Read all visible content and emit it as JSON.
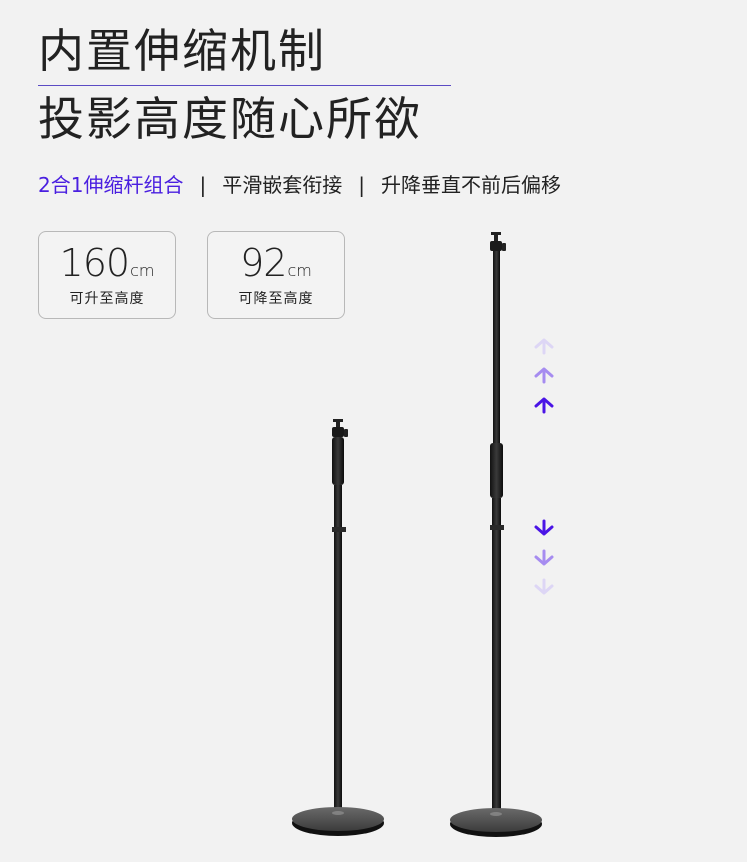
{
  "headline": {
    "line1": "内置伸缩机制",
    "line2": "投影高度随心所欲",
    "divider_color": "#5b4bc4"
  },
  "features": {
    "items": [
      {
        "label": "2合1伸缩杆组合",
        "color": "#4a1fe0"
      },
      {
        "label": "平滑嵌套衔接",
        "color": "#222222"
      },
      {
        "label": "升降垂直不前后偏移",
        "color": "#222222"
      }
    ],
    "separator": "|"
  },
  "specs": [
    {
      "value": "160",
      "unit": "cm",
      "label": "可升至高度"
    },
    {
      "value": "92",
      "unit": "cm",
      "label": "可降至高度"
    }
  ],
  "illustration": {
    "stands": [
      {
        "name": "retracted-stand",
        "state": "lowered"
      },
      {
        "name": "extended-stand",
        "state": "raised"
      }
    ],
    "arrows": {
      "up": [
        "arrow-up-light",
        "arrow-up-medium",
        "arrow-up-dark"
      ],
      "down": [
        "arrow-down-dark",
        "arrow-down-medium",
        "arrow-down-light"
      ],
      "colors": {
        "dark": "#4a14e6",
        "medium": "#a68cf0",
        "light": "#ddd6f5"
      }
    }
  }
}
